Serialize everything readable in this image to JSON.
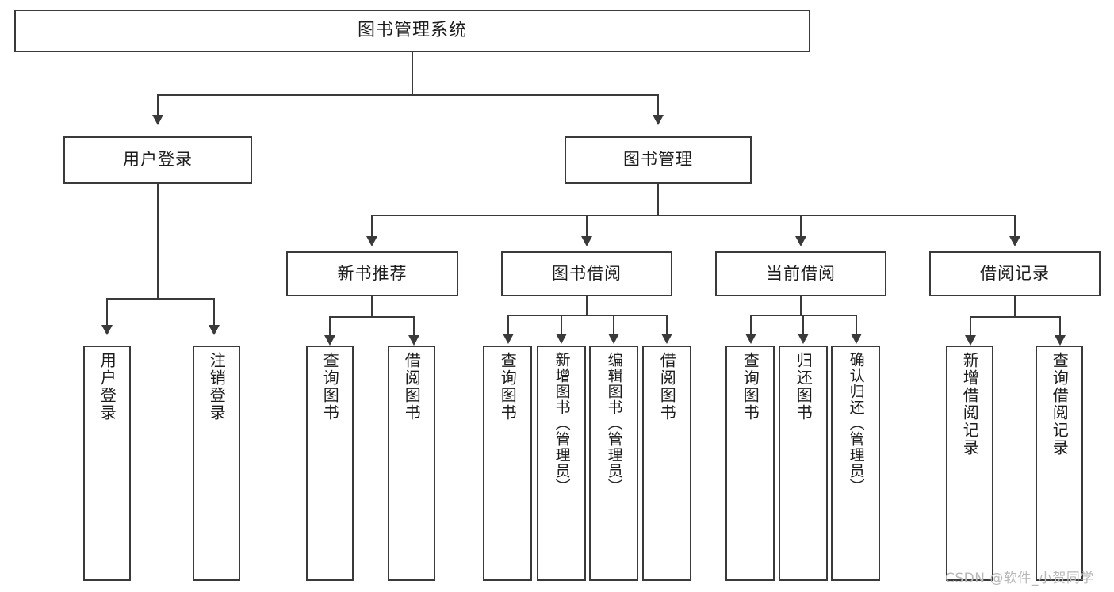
{
  "diagram": {
    "type": "tree",
    "title": "图书管理系统",
    "watermark": "CSDN @软件_小贺同学",
    "colors": {
      "stroke": "#3a3a3a",
      "fill": "#ffffff",
      "text": "#1c1c1c",
      "watermark": "#b8b8b8"
    },
    "nodes": {
      "root": "图书管理系统",
      "level2": {
        "user_login": "用户登录",
        "book_manage": "图书管理"
      },
      "level3": {
        "new_book_rec": "新书推荐",
        "book_borrow": "图书借阅",
        "current_borrow": "当前借阅",
        "borrow_record": "借阅记录"
      },
      "leaves": {
        "user_login_children": [
          "用户登录",
          "注销登录"
        ],
        "new_book_rec_children": [
          "查询图书",
          "借阅图书"
        ],
        "book_borrow_children": [
          "查询图书",
          "新增图书（管理员）",
          "编辑图书（管理员）",
          "借阅图书"
        ],
        "current_borrow_children": [
          "查询图书",
          "归还图书",
          "确认归还（管理员）"
        ],
        "borrow_record_children": [
          "新增借阅记录",
          "查询借阅记录"
        ]
      }
    }
  }
}
